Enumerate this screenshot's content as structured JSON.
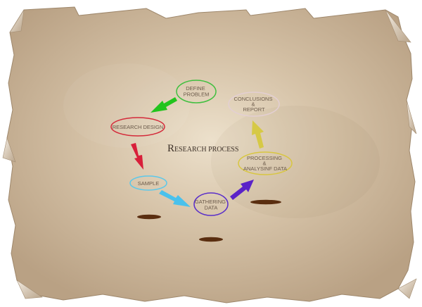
{
  "title": {
    "initial": "R",
    "rest": "ESEARCH PROCESS"
  },
  "nodes": [
    {
      "id": "define",
      "lines": [
        "DEFINE",
        "PROBLEM"
      ],
      "color": "#3fbf3f"
    },
    {
      "id": "design",
      "lines": [
        "RESEARCH DESIGN"
      ],
      "color": "#d42a3a"
    },
    {
      "id": "sample",
      "lines": [
        "SAMPLE"
      ],
      "color": "#5cc8ea"
    },
    {
      "id": "gathering",
      "lines": [
        "GATHERING",
        "DATA"
      ],
      "color": "#5a2fc9"
    },
    {
      "id": "processing",
      "lines": [
        "PROCESSING",
        "&",
        "ANALYSINF DATA"
      ],
      "color": "#d8c640"
    },
    {
      "id": "conclusions",
      "lines": [
        "CONCLUSIONS",
        "&",
        "REPORT"
      ],
      "color": "#e3cfd3"
    }
  ],
  "colors": {
    "background": "#ffffff",
    "paper": "#c9b49c",
    "paper_edge": "#a89176",
    "paper_glow": "#efe3cf",
    "hole": "#5a2e10"
  }
}
